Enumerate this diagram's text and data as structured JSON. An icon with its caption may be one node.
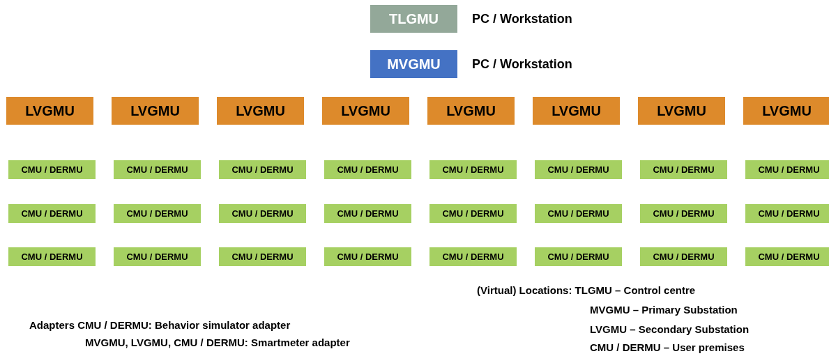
{
  "diagram": {
    "nodes": [
      {
        "text": [
          "TLGMU"
        ],
        "beside": [
          "PC / Workstation"
        ]
      },
      {
        "text": [
          "MVGMU"
        ],
        "beside": [
          "PC / Workstation"
        ]
      },
      {
        "text": [
          "LVGMU"
        ]
      },
      {
        "text": [
          "LVGMU"
        ]
      },
      {
        "text": [
          "LVGMU"
        ]
      },
      {
        "text": [
          "LVGMU"
        ]
      },
      {
        "text": [
          "LVGMU"
        ]
      },
      {
        "text": [
          "LVGMU"
        ]
      },
      {
        "text": [
          "LVGMU"
        ]
      },
      {
        "text": [
          "LVGMU"
        ]
      },
      {
        "text": [
          "CMU / DERMU"
        ]
      },
      {
        "text": [
          "CMU / DERMU"
        ]
      },
      {
        "text": [
          "CMU / DERMU"
        ]
      },
      {
        "text": [
          "CMU / DERMU"
        ]
      },
      {
        "text": [
          "CMU / DERMU"
        ]
      },
      {
        "text": [
          "CMU / DERMU"
        ]
      },
      {
        "text": [
          "CMU / DERMU"
        ]
      },
      {
        "text": [
          "CMU / DERMU"
        ]
      },
      {
        "text": [
          "CMU / DERMU"
        ]
      },
      {
        "text": [
          "CMU / DERMU"
        ]
      },
      {
        "text": [
          "CMU / DERMU"
        ]
      },
      {
        "text": [
          "CMU / DERMU"
        ]
      },
      {
        "text": [
          "CMU / DERMU"
        ]
      },
      {
        "text": [
          "CMU / DERMU"
        ]
      },
      {
        "text": [
          "CMU / DERMU"
        ]
      },
      {
        "text": [
          "CMU / DERMU"
        ]
      },
      {
        "text": [
          "CMU / DERMU"
        ]
      },
      {
        "text": [
          "CMU / DERMU"
        ]
      },
      {
        "text": [
          "CMU / DERMU"
        ]
      },
      {
        "text": [
          "CMU / DERMU"
        ]
      },
      {
        "text": [
          "CMU / DERMU"
        ]
      },
      {
        "text": [
          "CMU / DERMU"
        ]
      },
      {
        "text": [
          "CMU / DERMU"
        ]
      },
      {
        "text": [
          "CMU / DERMU"
        ]
      }
    ],
    "edges": [],
    "labels": [
      "Adapters CMU / DERMU: Behavior simulator adapter",
      "MVGMU, LVGMU, CMU / DERMU: Smartmeter adapter",
      "(Virtual) Locations: TLGMU – Control centre",
      "MVGMU – Primary Substation",
      "LVGMU – Secondary Substation",
      "CMU / DERMU – User premises"
    ]
  }
}
